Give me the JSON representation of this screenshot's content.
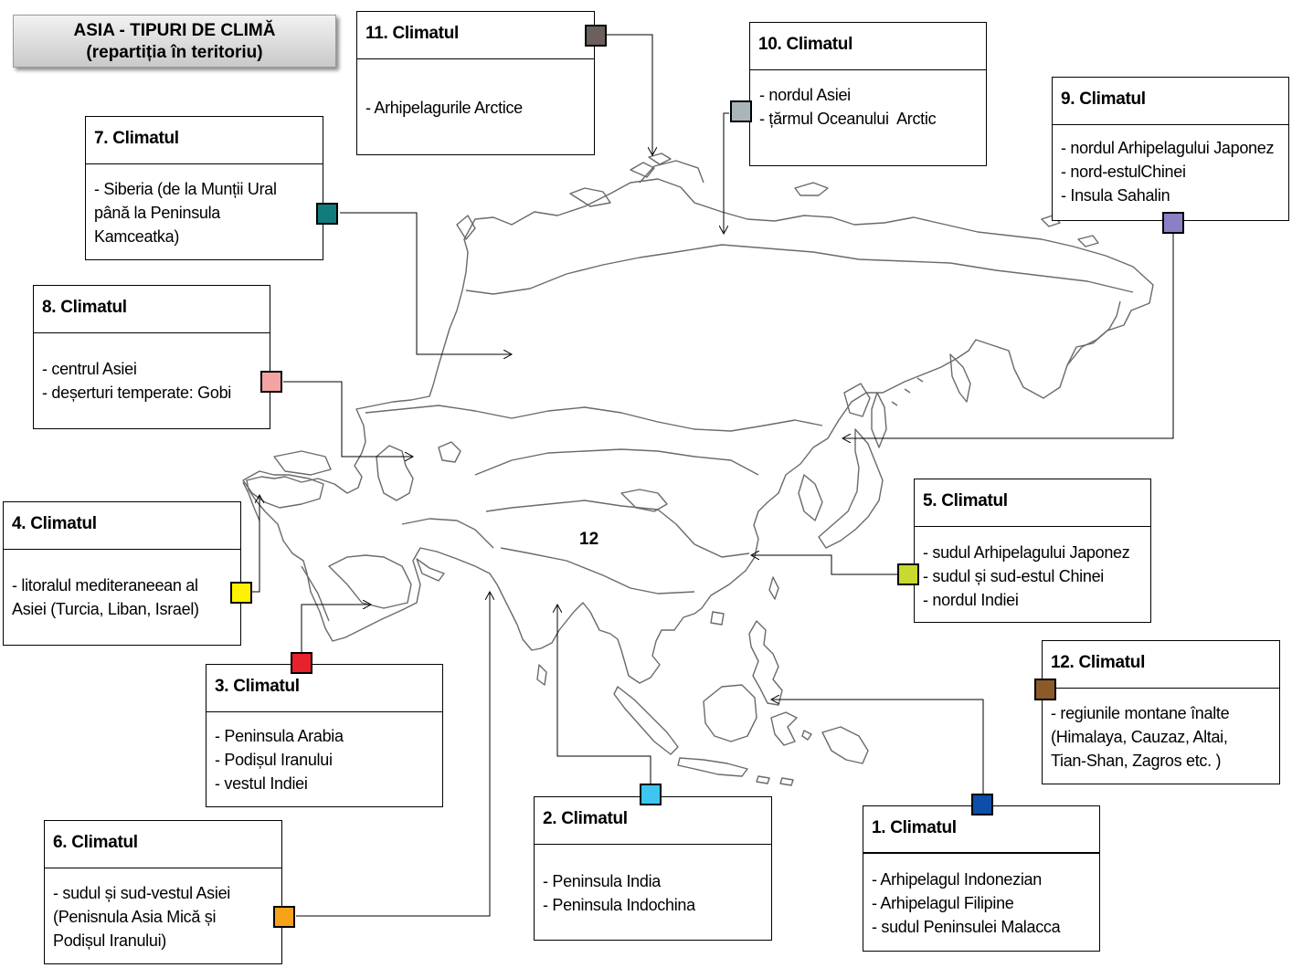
{
  "title": {
    "line1": "ASIA - TIPURI DE CLIMĂ",
    "line2": "(repartiția în teritoriu)"
  },
  "map_label": "12",
  "climates": [
    {
      "id": "c1",
      "title": "1. Climatul",
      "color": "#0d4fa8",
      "items": [
        "- Arhipelagul Indonezian",
        "- Arhipelagul Filipine",
        "- sudul Peninsulei Malacca"
      ]
    },
    {
      "id": "c2",
      "title": "2. Climatul",
      "color": "#3ec6f0",
      "items": [
        "- Peninsula India",
        "- Peninsula Indochina"
      ]
    },
    {
      "id": "c3",
      "title": "3. Climatul",
      "color": "#e8222a",
      "items": [
        "- Peninsula Arabia",
        "- Podișul Iranului",
        "- vestul Indiei"
      ]
    },
    {
      "id": "c4",
      "title": "4. Climatul",
      "color": "#fff200",
      "items": [
        "- litoralul mediteraneean al",
        "Asiei (Turcia, Liban, Israel)"
      ]
    },
    {
      "id": "c5",
      "title": "5. Climatul",
      "color": "#c8d92f",
      "items": [
        "- sudul Arhipelagului Japonez",
        "- sudul și sud-estul Chinei",
        "- nordul Indiei"
      ]
    },
    {
      "id": "c6",
      "title": "6. Climatul",
      "color": "#f7a21b",
      "items": [
        "- sudul și sud-vestul Asiei",
        "(Penisnula Asia Mică și",
        "Podișul Iranului)"
      ]
    },
    {
      "id": "c7",
      "title": "7. Climatul",
      "color": "#127c7c",
      "items": [
        "- Siberia (de la Munții Ural",
        "până la Peninsula",
        "Kamceatka)"
      ]
    },
    {
      "id": "c8",
      "title": "8. Climatul",
      "color": "#f4a3a3",
      "items": [
        "- centrul Asiei",
        "- deșerturi temperate: Gobi"
      ]
    },
    {
      "id": "c9",
      "title": "9. Climatul",
      "color": "#8c80c4",
      "items": [
        "- nordul Arhipelagului Japonez",
        "- nord-estulChinei",
        "- Insula Sahalin"
      ]
    },
    {
      "id": "c10",
      "title": "10. Climatul",
      "color": "#a9b4bb",
      "items": [
        "- nordul Asiei",
        "- țărmul Oceanului  Arctic"
      ]
    },
    {
      "id": "c11",
      "title": "11. Climatul",
      "color": "#6b605c",
      "items": [
        "- Arhipelagurile Arctice"
      ]
    },
    {
      "id": "c12",
      "title": "12. Climatul",
      "color": "#8b5a2b",
      "items": [
        "- regiunile montane înalte",
        "(Himalaya, Cauzaz, Altai,",
        "Tian-Shan, Zagros etc. )"
      ]
    }
  ]
}
